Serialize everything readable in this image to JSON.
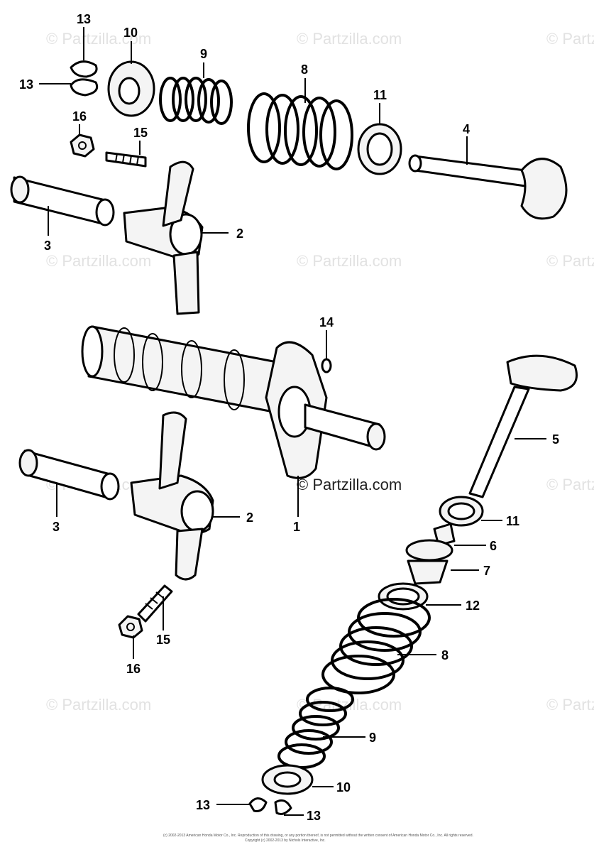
{
  "watermark": {
    "text": "© Partzilla.com",
    "short_text": "© Partz"
  },
  "footer": {
    "copyright": "(c) 2002-2013 American Honda Motor Co., Inc. Reproduction of this drawing, or any portion thereof, is not permitted without the written consent of American Honda Motor Co., Inc. All rights reserved.",
    "copyright2": "Copyright (c) 2002-2013 by Nichols Interactive, Inc."
  },
  "callouts": [
    {
      "id": "c13a",
      "label": "13"
    },
    {
      "id": "c13b",
      "label": "13"
    },
    {
      "id": "c10a",
      "label": "10"
    },
    {
      "id": "c9a",
      "label": "9"
    },
    {
      "id": "c8a",
      "label": "8"
    },
    {
      "id": "c11a",
      "label": "11"
    },
    {
      "id": "c4",
      "label": "4"
    },
    {
      "id": "c16a",
      "label": "16"
    },
    {
      "id": "c15a",
      "label": "15"
    },
    {
      "id": "c3a",
      "label": "3"
    },
    {
      "id": "c2a",
      "label": "2"
    },
    {
      "id": "c14",
      "label": "14"
    },
    {
      "id": "c5",
      "label": "5"
    },
    {
      "id": "c3b",
      "label": "3"
    },
    {
      "id": "c2b",
      "label": "2"
    },
    {
      "id": "c1",
      "label": "1"
    },
    {
      "id": "c11b",
      "label": "11"
    },
    {
      "id": "c6",
      "label": "6"
    },
    {
      "id": "c7",
      "label": "7"
    },
    {
      "id": "c12",
      "label": "12"
    },
    {
      "id": "c15b",
      "label": "15"
    },
    {
      "id": "c8b",
      "label": "8"
    },
    {
      "id": "c16b",
      "label": "16"
    },
    {
      "id": "c9b",
      "label": "9"
    },
    {
      "id": "c10b",
      "label": "10"
    },
    {
      "id": "c13c",
      "label": "13"
    },
    {
      "id": "c13d",
      "label": "13"
    }
  ]
}
